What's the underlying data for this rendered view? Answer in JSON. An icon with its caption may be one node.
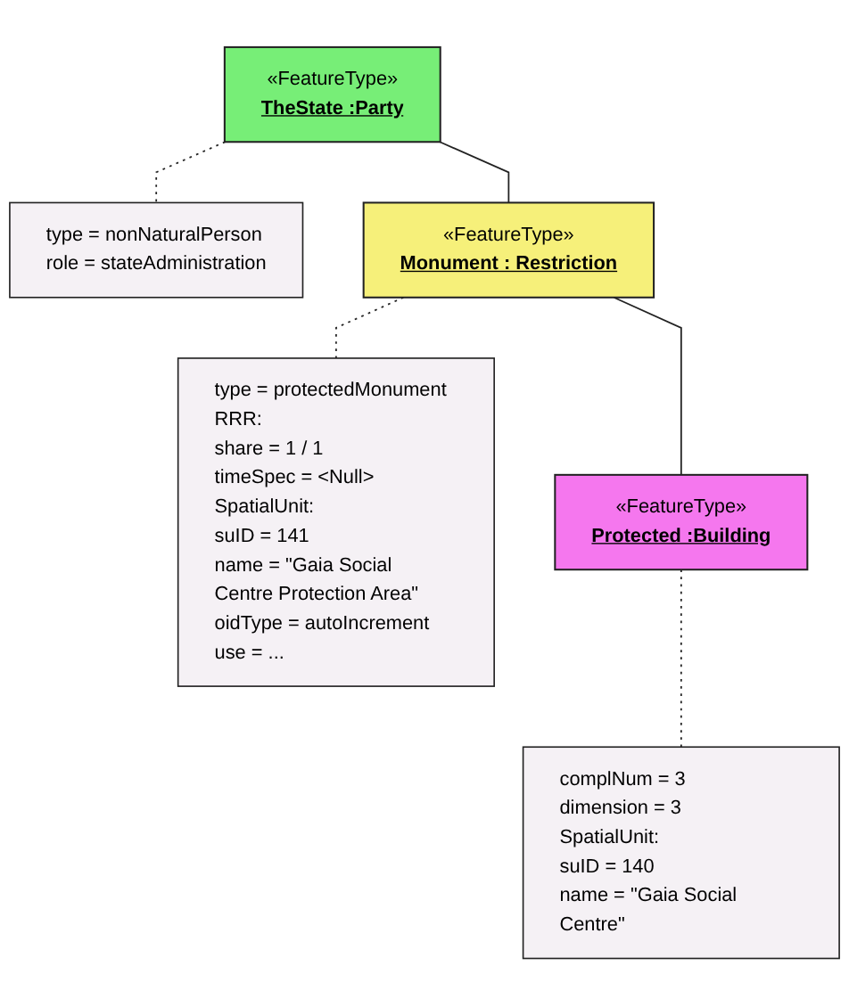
{
  "diagram": {
    "nodes": [
      {
        "text": [
          "«FeatureType»",
          "TheState :Party"
        ]
      },
      {
        "text": [
          "type = nonNaturalPerson",
          "role = stateAdministration"
        ]
      },
      {
        "text": [
          "«FeatureType»",
          "Monument : Restriction"
        ]
      },
      {
        "text": [
          "type = protectedMonument",
          "RRR:",
          "share = 1 / 1",
          "timeSpec = <Null>",
          "SpatialUnit:",
          "suID = 141",
          "name = \"Gaia Social Centre Protection Area\"",
          "oidType = autoIncrement",
          "use = ..."
        ]
      },
      {
        "text": [
          "«FeatureType»",
          "Protected :Building"
        ]
      },
      {
        "text": [
          "complNum = 3",
          "dimension = 3",
          "SpatialUnit:",
          "suID = 140",
          "name = \"Gaia Social Centre\""
        ]
      }
    ],
    "edges": [
      {
        "from": 0,
        "to": 1,
        "arrow": "none",
        "style": "dashed"
      },
      {
        "from": 0,
        "to": 2,
        "arrow": "none"
      },
      {
        "from": 2,
        "to": 3,
        "arrow": "none",
        "style": "dashed"
      },
      {
        "from": 2,
        "to": 4,
        "arrow": "none"
      },
      {
        "from": 4,
        "to": 5,
        "arrow": "none",
        "style": "dashed"
      }
    ]
  }
}
